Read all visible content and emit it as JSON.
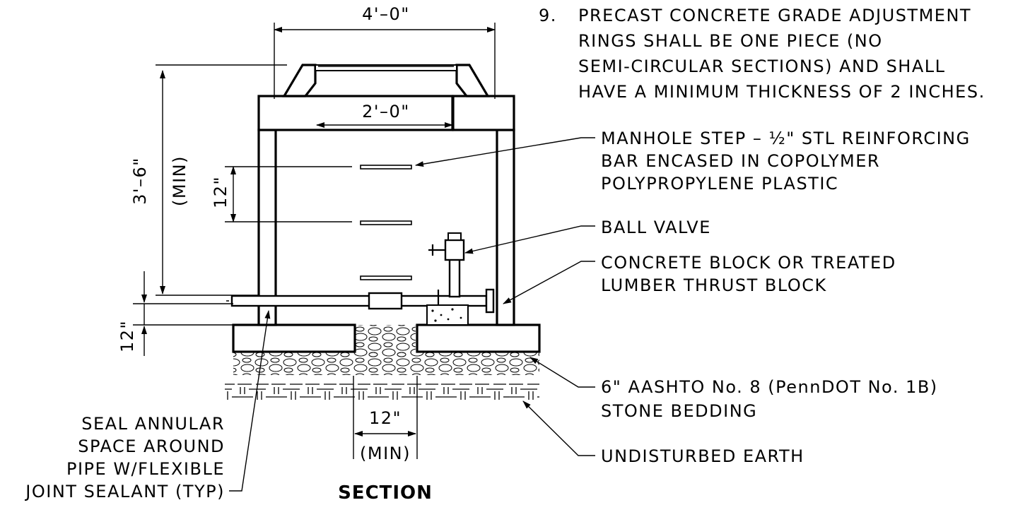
{
  "note9": {
    "number": "9.",
    "lines": [
      "PRECAST CONCRETE GRADE ADJUSTMENT",
      "RINGS SHALL BE ONE PIECE (NO",
      "SEMI-CIRCULAR SECTIONS) AND SHALL",
      "HAVE A MINIMUM THICKNESS OF 2 INCHES."
    ]
  },
  "callouts": {
    "manhole_step": [
      "MANHOLE STEP – ½\" STL REINFORCING",
      "BAR ENCASED IN COPOLYMER",
      "POLYPROPYLENE PLASTIC"
    ],
    "ball_valve": [
      "BALL VALVE"
    ],
    "thrust_block": [
      "CONCRETE BLOCK OR TREATED",
      "LUMBER THRUST BLOCK"
    ],
    "stone_bedding": [
      "6\" AASHTO No. 8 (PennDOT No. 1B)",
      "STONE BEDDING"
    ],
    "undisturbed_earth": [
      "UNDISTURBED EARTH"
    ],
    "seal_annular": [
      "SEAL ANNULAR",
      "SPACE AROUND",
      "PIPE W/FLEXIBLE",
      "JOINT SEALANT (TYP)"
    ]
  },
  "dimensions": {
    "top_width": "4'–0\"",
    "opening_width": "2'–0\"",
    "height": "3'–6\"",
    "height_min": "(MIN)",
    "step_spacing": "12\"",
    "base_12": "12\"",
    "bottom_12": "12\"",
    "bottom_min": "(MIN)"
  },
  "title": "SECTION"
}
